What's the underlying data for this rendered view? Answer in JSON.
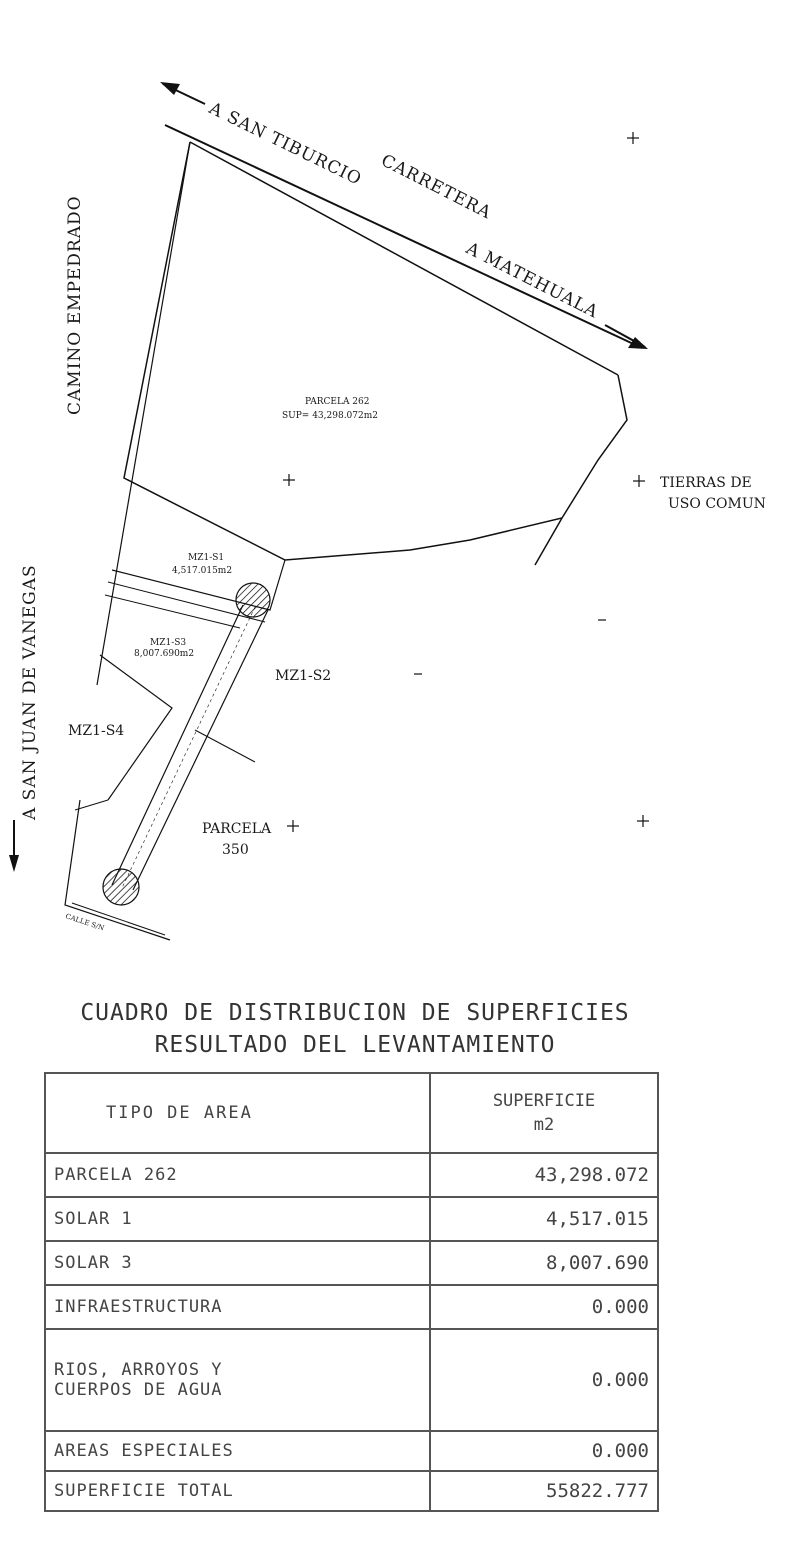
{
  "map": {
    "road_left": "A SAN TIBURCIO",
    "road_mid": "CARRETERA",
    "road_right": "A MATEHUALA",
    "camino": "CAMINO EMPEDRADO",
    "san_juan": "A SAN JUAN DE VANEGAS",
    "parcela262_name": "PARCELA 262",
    "parcela262_sup": "SUP= 43,298.072m2",
    "tierras_line1": "TIERRAS DE",
    "tierras_line2": "USO COMUN",
    "mz1s1_name": "MZ1-S1",
    "mz1s1_area": "4,517.015m2",
    "mz1s3_name": "MZ1-S3",
    "mz1s3_area": "8,007.690m2",
    "mz1s2": "MZ1-S2",
    "mz1s4": "MZ1-S4",
    "parcela350_line1": "PARCELA",
    "parcela350_line2": "350",
    "calle": "CALLE S/N"
  },
  "table": {
    "title_line1": "CUADRO DE DISTRIBUCION DE SUPERFICIES",
    "title_line2": "RESULTADO DEL LEVANTAMIENTO",
    "col_type": "TIPO DE AREA",
    "col_sup_line1": "SUPERFICIE",
    "col_sup_line2": "m2",
    "rows": [
      {
        "name": "PARCELA 262",
        "value": "43,298.072"
      },
      {
        "name": "SOLAR 1",
        "value": "4,517.015"
      },
      {
        "name": "SOLAR 3",
        "value": "8,007.690"
      },
      {
        "name": "INFRAESTRUCTURA",
        "value": "0.000"
      },
      {
        "name_line1": "RIOS, ARROYOS Y",
        "name_line2": "CUERPOS DE AGUA",
        "value": "0.000"
      },
      {
        "name": "AREAS ESPECIALES",
        "value": "0.000"
      },
      {
        "name": "SUPERFICIE TOTAL",
        "value": "55822.777"
      }
    ]
  }
}
